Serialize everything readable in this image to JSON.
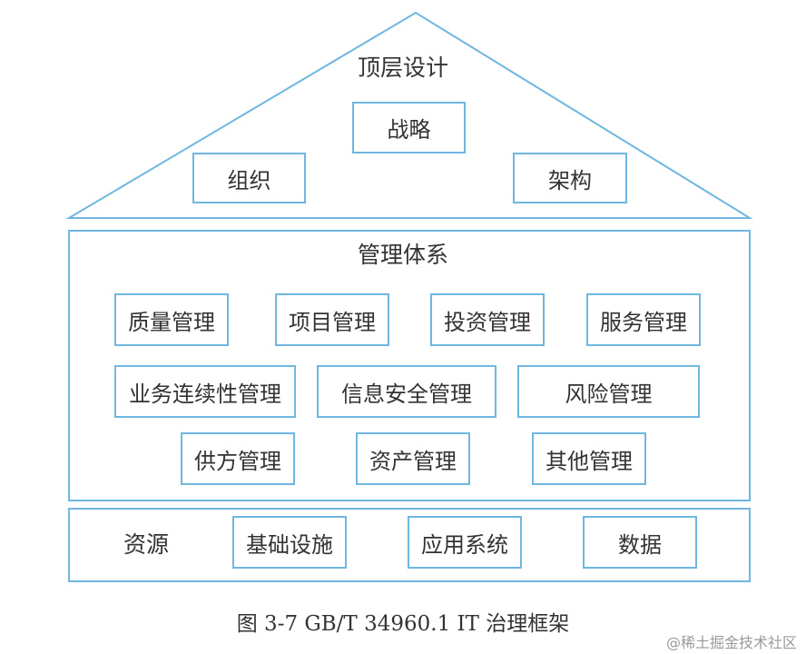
{
  "top": {
    "title": "顶层设计",
    "items": [
      "战略",
      "组织",
      "架构"
    ]
  },
  "management": {
    "title": "管理体系",
    "row1": [
      "质量管理",
      "项目管理",
      "投资管理",
      "服务管理"
    ],
    "row2": [
      "业务连续性管理",
      "信息安全管理",
      "风险管理"
    ],
    "row3": [
      "供方管理",
      "资产管理",
      "其他管理"
    ]
  },
  "resources": {
    "title": "资源",
    "items": [
      "基础设施",
      "应用系统",
      "数据"
    ]
  },
  "caption": "图 3-7    GB/T 34960.1 IT 治理框架",
  "watermark": "@稀土掘金技术社区",
  "colors": {
    "border": "#6fb6e0",
    "text": "#333333"
  }
}
